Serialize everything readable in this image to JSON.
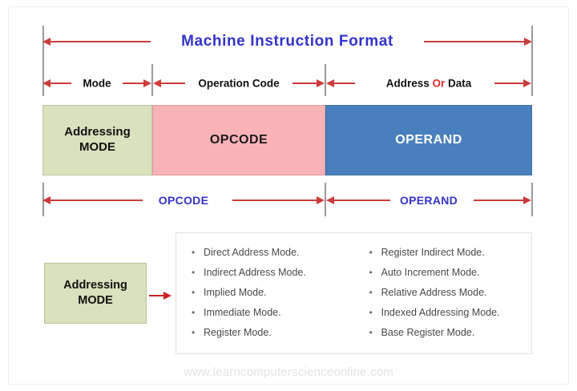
{
  "diagram": {
    "title": "Machine  Instruction  Format",
    "watermark": "www.learncomputerscienceonline.com",
    "colors": {
      "title_blue": "#3333cc",
      "arrow_red": "#cc3b3b",
      "or_red": "#e02b2b",
      "mode_block_green": "#d9e1bd",
      "opcode_block_pink": "#f9b3b8",
      "operand_block_blue": "#4a7fbd",
      "guide_line_gray": "#9a9a9a",
      "list_text_gray": "#4a4a4a"
    },
    "field_labels": {
      "mode": "Mode",
      "operation_code": "Operation  Code",
      "address_prefix": "Address",
      "address_or": "Or",
      "address_suffix": "Data"
    },
    "blocks": [
      {
        "line1": "Addressing",
        "line2": "MODE"
      },
      {
        "line1": "OPCODE",
        "line2": ""
      },
      {
        "line1": "OPERAND",
        "line2": ""
      }
    ],
    "span_labels": {
      "opcode": "OPCODE",
      "operand": "OPERAND"
    },
    "callout": {
      "line1": "Addressing",
      "line2": "MODE"
    },
    "modes": {
      "left_column": [
        "Direct  Address Mode.",
        "Indirect Address Mode.",
        "Implied Mode.",
        "Immediate Mode.",
        "Register Mode."
      ],
      "right_column": [
        "Register Indirect Mode.",
        "Auto Increment Mode.",
        "Relative Address Mode.",
        "Indexed Addressing Mode.",
        "Base Register Mode."
      ]
    }
  }
}
